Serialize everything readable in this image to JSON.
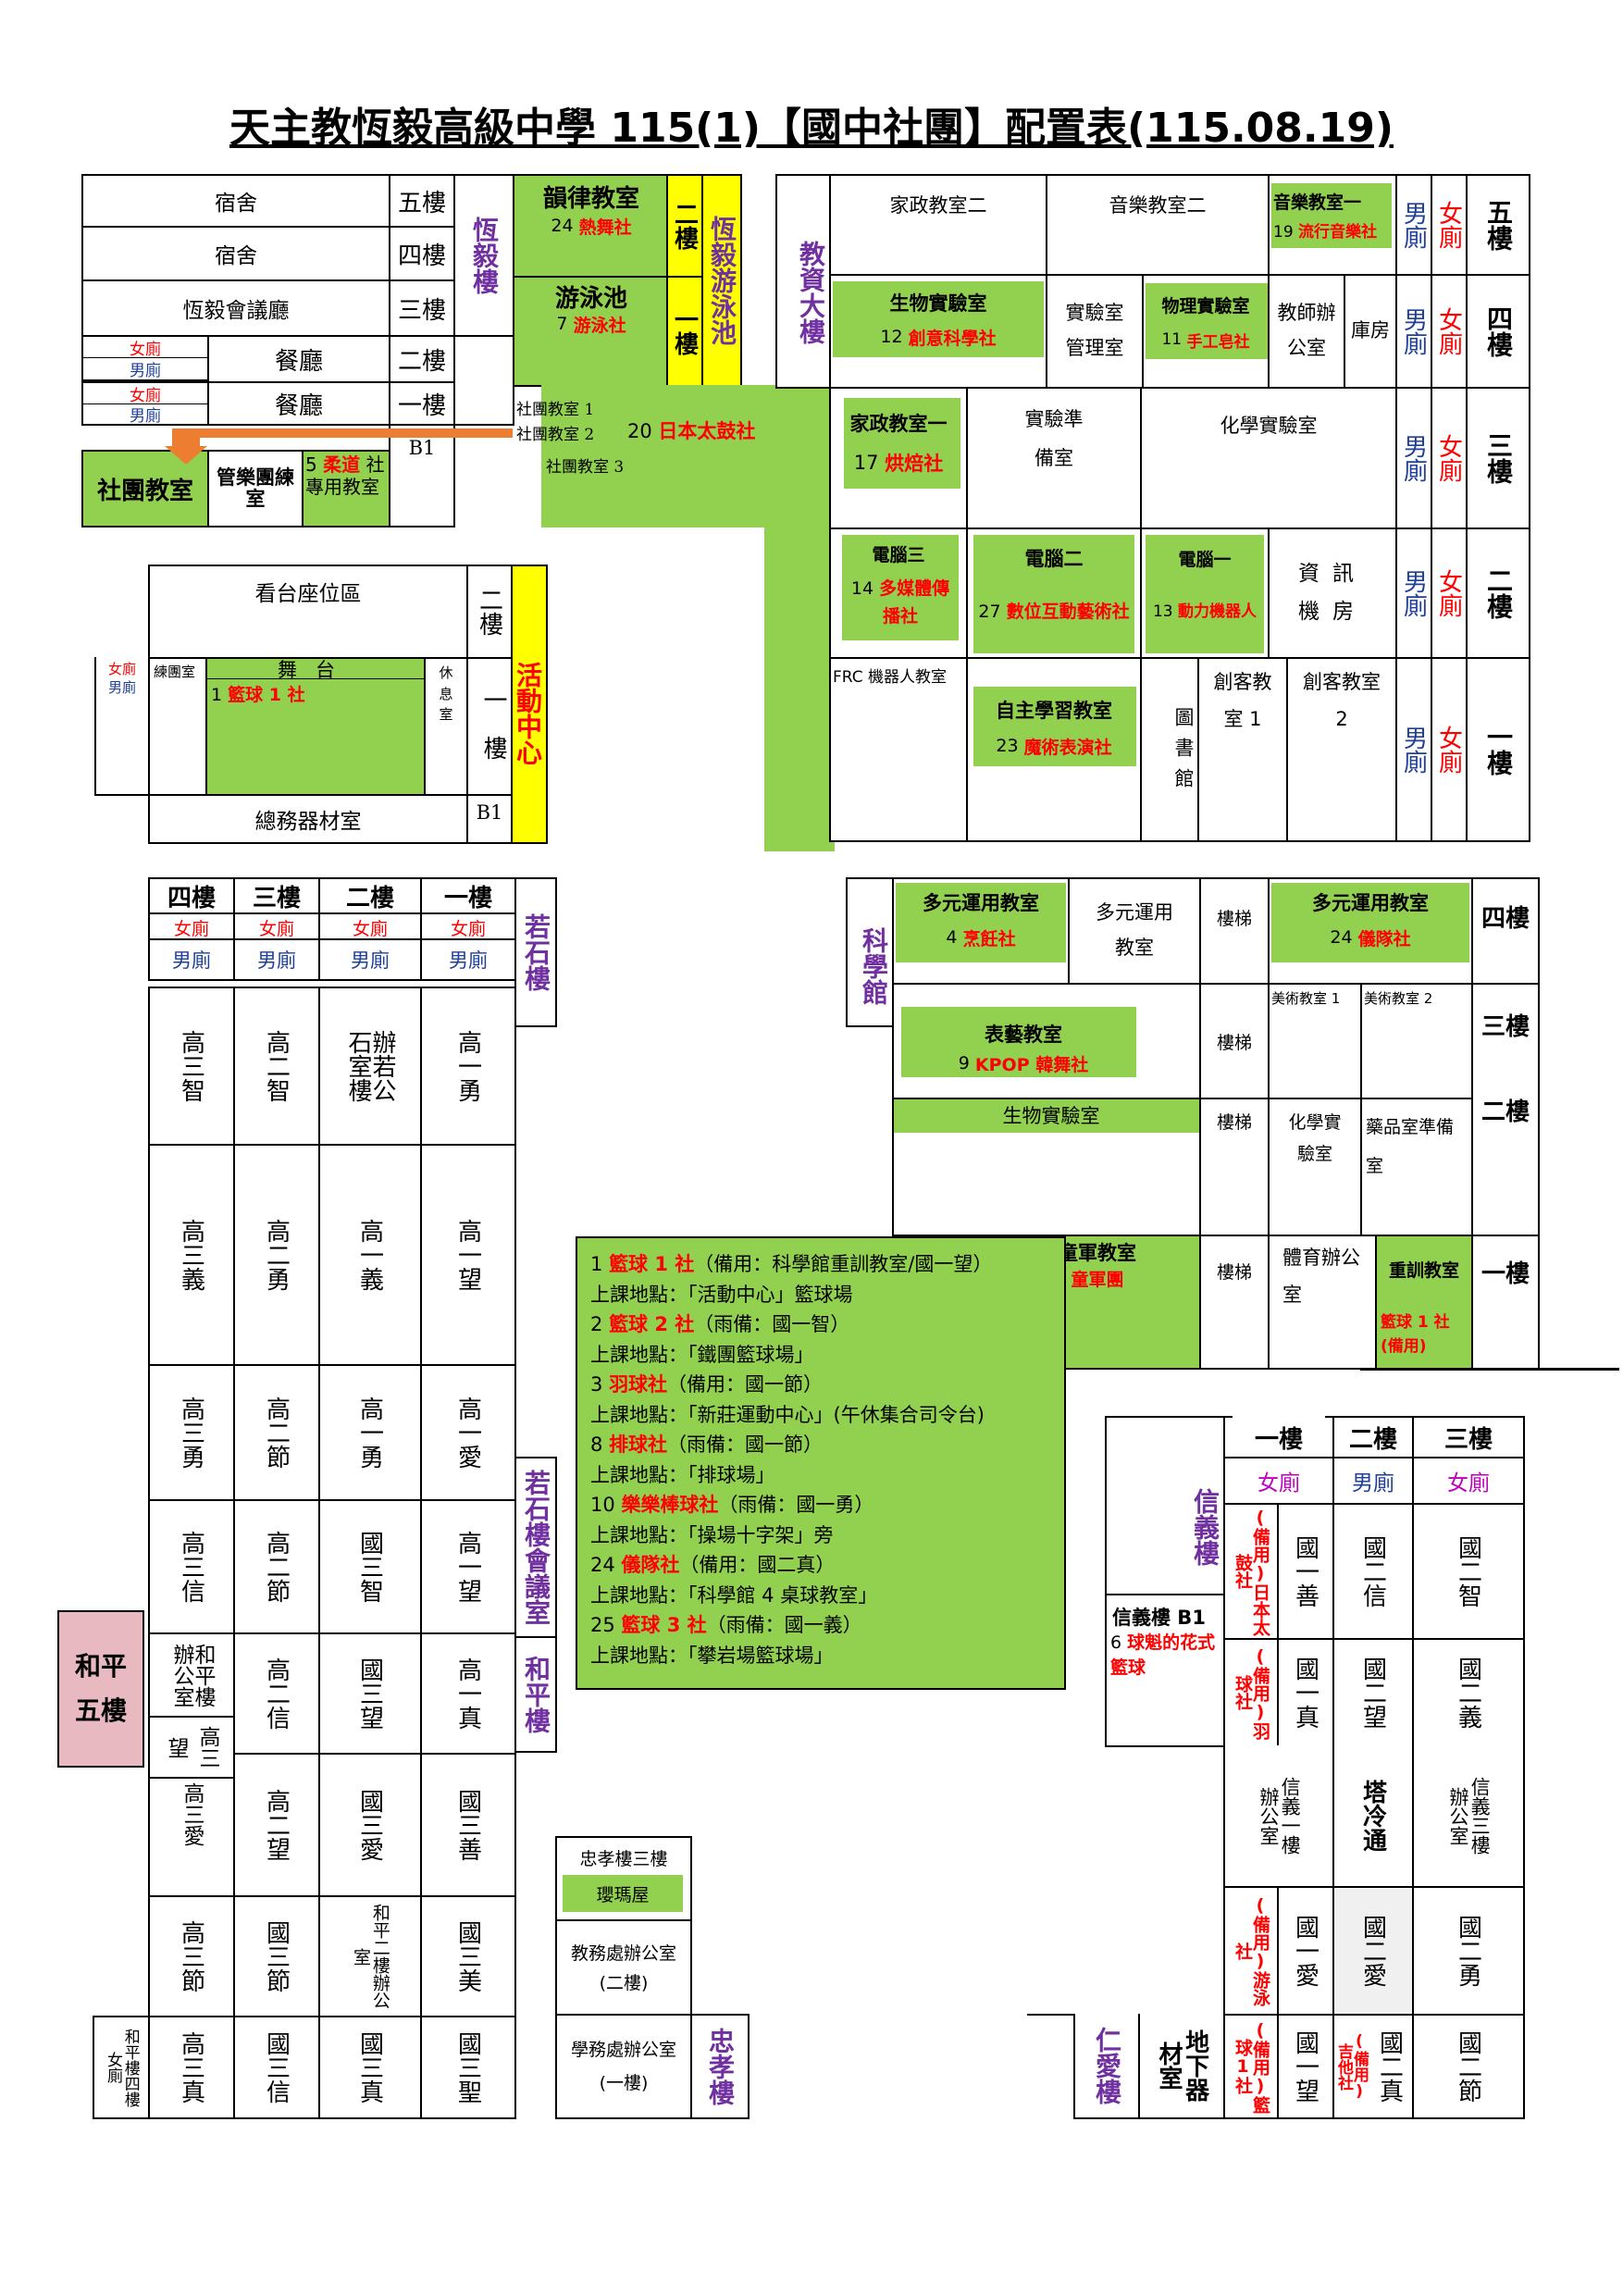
{
  "title": "天主教恆毅高級中學 115(1)【國中社團】配置表(115.08.19)",
  "left_top": {
    "dorm1": "宿舍",
    "dorm2": "宿舍",
    "hall": "恆毅會議廳",
    "dining2": "餐廳",
    "dining1": "餐廳",
    "f5": "五樓",
    "f4": "四樓",
    "f3": "三樓",
    "f2": "二樓",
    "f1": "一樓",
    "b1": "B1",
    "bldg": "恆毅樓",
    "women": "女廁",
    "men": "男廁",
    "club_room": "社團教室",
    "band_room": "管樂團練室",
    "judo_num": "5",
    "judo_name": "柔道",
    "judo_rest": "社專用教室"
  },
  "pool": {
    "rhythm_room": "韻律教室",
    "rhythm_num": "24",
    "rhythm_club": "熱舞社",
    "pool_name": "游泳池",
    "pool_num": "7",
    "pool_club": "游泳社",
    "f2": "二樓",
    "f1": "一樓",
    "bldg": "恆毅游泳池"
  },
  "club_rooms": {
    "r1": "社團教室 1",
    "r2": "社團教室 2",
    "r3": "社團教室 3",
    "num": "20",
    "club": "日本太鼓社"
  },
  "edu": {
    "bldg": "教資大樓",
    "home_econ2": "家政教室二",
    "music2": "音樂教室二",
    "music1": "音樂教室一",
    "music_num": "19",
    "music_club": "流行音樂社",
    "bio_lab": "生物實驗室",
    "bio_num": "12",
    "bio_club": "創意科學社",
    "lab_mgmt": "實驗室管理室",
    "phy_lab": "物理實驗室",
    "phy_num": "11",
    "phy_club": "手工皂社",
    "teacher_office": "教師辦公室",
    "storage": "庫房",
    "home_econ1": "家政教室一",
    "he_num": "17",
    "he_club": "烘焙社",
    "lab_prep": "實驗準備室",
    "chem_lab": "化學實驗室",
    "pc3": "電腦三",
    "pc3_num": "14",
    "pc3_club": "多媒體傳播社",
    "pc2": "電腦二",
    "pc2_num": "27",
    "pc2_club": "數位互動藝術社",
    "pc1": "電腦一",
    "pc1_num": "13",
    "pc1_club": "動力機器人",
    "info_room": "資訊機房",
    "frc": "FRC 機器人教室",
    "self_study": "自主學習教室",
    "ss_num": "23",
    "ss_club": "魔術表演社",
    "library": "圖書館",
    "maker1": "創客教室 1",
    "maker2": "創客教室 2",
    "men": "男廁",
    "women": "女廁",
    "f5": "五樓",
    "f4": "四樓",
    "f3": "三樓",
    "f2": "二樓",
    "f1": "一樓"
  },
  "activity": {
    "seats": "看台座位區",
    "stage": "舞台",
    "stage_num": "1",
    "stage_club": "籃球 1 社",
    "practice": "練團室",
    "rest": "休息室",
    "f2": "二樓",
    "f1": "一樓",
    "b1": "B1",
    "general": "總務器材室",
    "bldg": "活動中心",
    "women": "女廁",
    "men": "男廁"
  },
  "ruoshi": {
    "floors": [
      "四樓",
      "三樓",
      "二樓",
      "一樓"
    ],
    "women": "女廁",
    "men": "男廁",
    "bldg": "若石樓",
    "meeting": "若石樓會議室",
    "heping": "和平樓",
    "rows": [
      [
        "高三智",
        "高二智",
        "辦若公石室樓",
        "高一勇"
      ],
      [
        "高三義",
        "高二勇",
        "高一義",
        "高一望"
      ],
      [
        "高三勇",
        "高二節",
        "高一勇",
        "高一愛"
      ],
      [
        "高三信",
        "高二節",
        "國三智",
        "高一望"
      ],
      [
        "",
        "高二信",
        "國三望",
        "高一真"
      ],
      [
        "",
        "高二望",
        "國三愛",
        "國三善"
      ],
      [
        "高三節",
        "國三節",
        "和平二樓辦公室",
        "國三美"
      ],
      [
        "高三真",
        "國三信",
        "國三真",
        "國三聖"
      ]
    ],
    "heping_office": "和平樓辦公室",
    "g3_wang": "高三望",
    "g3_ai": "高三愛",
    "heping5": "和平五樓",
    "heping4": "和平樓四樓女廁"
  },
  "science": {
    "bldg": "科學館",
    "multi1": "多元運用教室",
    "multi1_num": "4",
    "multi1_club": "烹飪社",
    "multi2": "多元運用教室",
    "stairs": "樓梯",
    "multi3": "多元運用教室",
    "multi3_num": "24",
    "multi3_club": "儀隊社",
    "art1": "美術教室 1",
    "art2": "美術教室 2",
    "perf": "表藝教室",
    "perf_num": "9",
    "perf_club": "KPOP 韓舞社",
    "bio": "生物實驗室",
    "chem": "化學實驗室",
    "pharm": "藥品室準備室",
    "scout": "童軍教室",
    "scout_club": "童軍團",
    "pe_office": "體育辦公室",
    "training": "重訓教室",
    "training_club": "籃球 1 社",
    "training_note": "(備用)",
    "f4": "四樓",
    "f3": "三樓",
    "f2": "二樓",
    "f1": "一樓"
  },
  "notes": [
    {
      "num": "1",
      "club": "籃球 1 社",
      "rest": "（備用：科學館重訓教室/國一望）"
    },
    {
      "num": "",
      "club": "",
      "rest": "上課地點：「活動中心」籃球場"
    },
    {
      "num": "2",
      "club": "籃球 2 社",
      "rest": "（雨備：國一智）"
    },
    {
      "num": "",
      "club": "",
      "rest": "上課地點：「鐵團籃球場」"
    },
    {
      "num": "3",
      "club": "羽球社",
      "rest": "（備用：國一節）"
    },
    {
      "num": "",
      "club": "",
      "rest": "上課地點：「新莊運動中心」(午休集合司令台)"
    },
    {
      "num": "8",
      "club": "排球社",
      "rest": "（雨備：國一節）"
    },
    {
      "num": "",
      "club": "",
      "rest": "上課地點：「排球場」"
    },
    {
      "num": "10",
      "club": "樂樂棒球社",
      "rest": "（雨備：國一勇）"
    },
    {
      "num": "",
      "club": "",
      "rest": "上課地點：「操場十字架」旁"
    },
    {
      "num": "24",
      "club": "儀隊社",
      "rest": "（備用：國二真）"
    },
    {
      "num": "",
      "club": "",
      "rest": "上課地點：「科學館 4 桌球教室」"
    },
    {
      "num": "25",
      "club": "籃球 3 社",
      "rest": "（雨備：國一義）"
    },
    {
      "num": "",
      "club": "",
      "rest": "上課地點：「攀岩場籃球場」"
    }
  ],
  "xinyi": {
    "bldg": "信義樓",
    "f1": "一樓",
    "f2": "二樓",
    "f3": "三樓",
    "women": "女廁",
    "men": "男廁",
    "b1": "信義樓 B1",
    "b1_num": "6",
    "b1_club": "球魁的花式籃球",
    "notes": [
      "(備用)日本太鼓社",
      "(備用)羽球社",
      "",
      "(備用)游泳社",
      "(備用)籃球1社"
    ],
    "col1": [
      "國一善",
      "國一真",
      "信義一樓辦公室",
      "國一愛",
      "國一望"
    ],
    "col2": [
      "國二信",
      "國二望",
      "塔冷通",
      "國二愛",
      "國二真"
    ],
    "col2_note": "(備用)吉他社",
    "col3": [
      "國二智",
      "國二義",
      "信義三樓辦公室",
      "國二勇",
      "國二節"
    ],
    "renai": "仁愛樓",
    "basement": "地下器材室"
  },
  "zhongxiao": {
    "f3": "忠孝樓三樓",
    "yingma": "瓔瑪屋",
    "academic": "教務處辦公室",
    "acad_floor": "(二樓)",
    "student": "學務處辦公室",
    "stu_floor": "(一樓)",
    "bldg": "忠孝樓"
  }
}
